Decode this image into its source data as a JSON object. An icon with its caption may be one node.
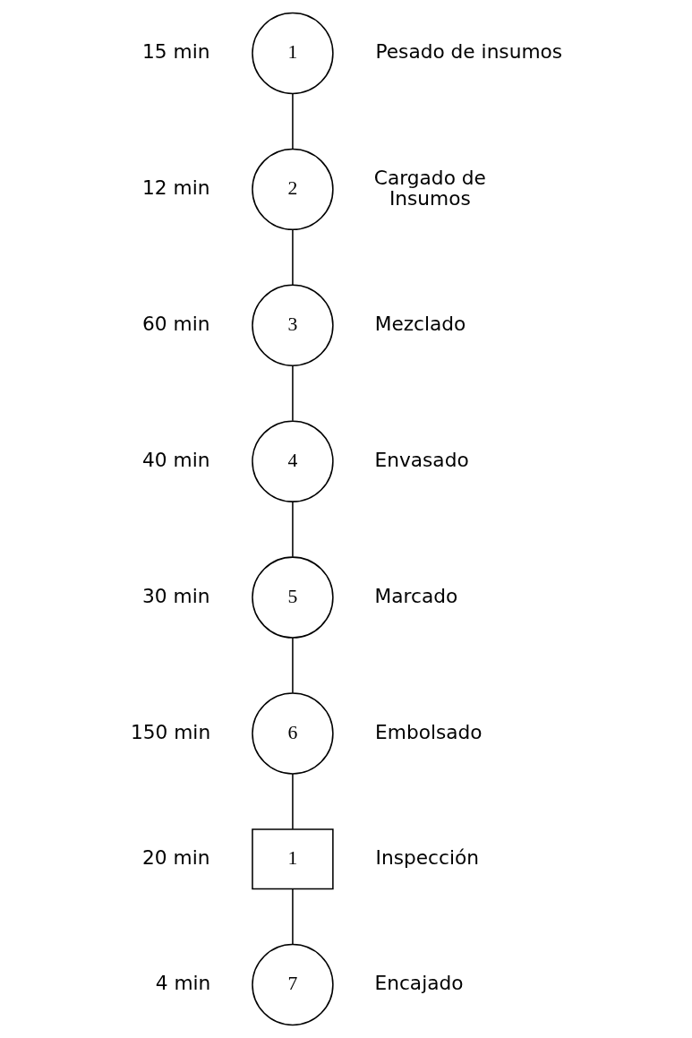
{
  "diagram": {
    "nodes": [
      {
        "text": [
          "1"
        ],
        "beside": [
          "15 min",
          "Pesado de insumos"
        ]
      },
      {
        "text": [
          "2"
        ],
        "beside": [
          "12 min",
          "Cargado de Insumos"
        ]
      },
      {
        "text": [
          "3"
        ],
        "beside": [
          "60 min",
          "Mezclado"
        ]
      },
      {
        "text": [
          "4"
        ],
        "beside": [
          "40 min",
          "Envasado"
        ]
      },
      {
        "text": [
          "5"
        ],
        "beside": [
          "30 min",
          "Marcado"
        ]
      },
      {
        "text": [
          "6"
        ],
        "beside": [
          "150 min",
          "Embolsado"
        ]
      },
      {
        "text": [
          "1"
        ],
        "beside": [
          "20 min",
          "Inspección"
        ]
      },
      {
        "text": [
          "7"
        ],
        "beside": [
          "4 min",
          "Encajado"
        ]
      }
    ],
    "edges": [
      {
        "from": 0,
        "to": 1,
        "arrow": "none"
      },
      {
        "from": 1,
        "to": 2,
        "arrow": "none"
      },
      {
        "from": 2,
        "to": 3,
        "arrow": "none"
      },
      {
        "from": 3,
        "to": 4,
        "arrow": "none"
      },
      {
        "from": 4,
        "to": 5,
        "arrow": "none"
      },
      {
        "from": 5,
        "to": 6,
        "arrow": "none"
      },
      {
        "from": 6,
        "to": 7,
        "arrow": "none"
      }
    ]
  }
}
